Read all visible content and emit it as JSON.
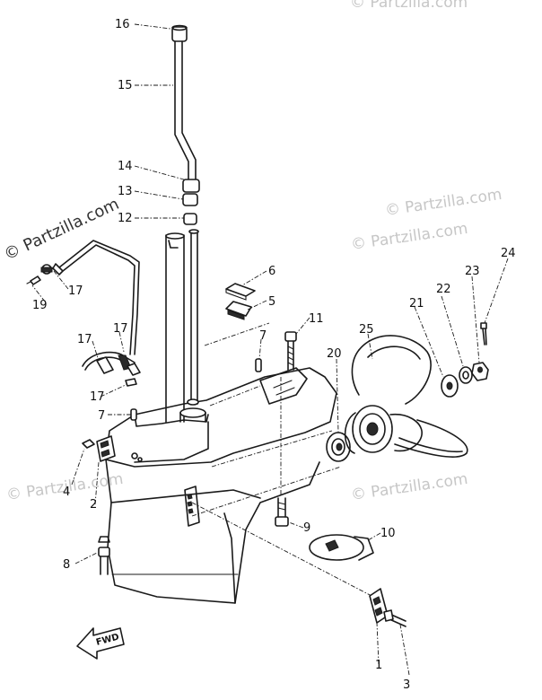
{
  "watermark_main": "© Partzilla.com",
  "watermarks": [
    "© Partzilla.com",
    "© Partzilla.com",
    "© Partzilla.com",
    "© Partzilla.com",
    "© Partzilla.com"
  ],
  "fwd_label": "FWD",
  "callouts": [
    "16",
    "15",
    "14",
    "13",
    "12",
    "6",
    "5",
    "11",
    "7",
    "17",
    "19",
    "17",
    "17",
    "17",
    "7",
    "4",
    "2",
    "20",
    "25",
    "21",
    "22",
    "23",
    "24",
    "8",
    "9",
    "10",
    "1",
    "3"
  ]
}
